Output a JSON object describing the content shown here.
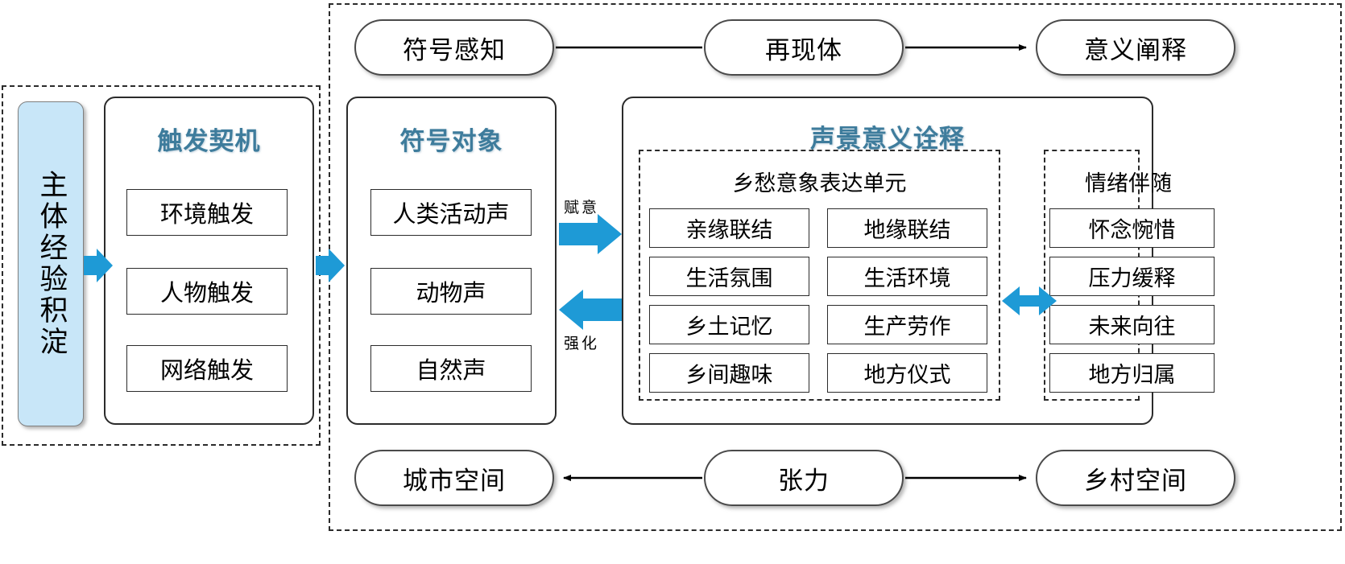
{
  "colors": {
    "accent_blue": "#1E9AD6",
    "title_blue": "#3E7C9C",
    "subject_fill": "#C8E6F8",
    "stroke": "#2b2b2b",
    "background": "#FFFFFF"
  },
  "subject": {
    "label": "主体经验积淀"
  },
  "trigger_panel": {
    "title": "触发契机",
    "items": [
      {
        "label": "环境触发"
      },
      {
        "label": "人物触发"
      },
      {
        "label": "网络触发"
      }
    ]
  },
  "sign_object_panel": {
    "title": "符号对象",
    "items": [
      {
        "label": "人类活动声"
      },
      {
        "label": "动物声"
      },
      {
        "label": "自然声"
      }
    ]
  },
  "interpretation_panel": {
    "title": "声景意义诠释",
    "nostalgia_group": {
      "title": "乡愁意象表达单元",
      "left_column": [
        {
          "label": "亲缘联结"
        },
        {
          "label": "生活氛围"
        },
        {
          "label": "乡土记忆"
        },
        {
          "label": "乡间趣味"
        }
      ],
      "right_column": [
        {
          "label": "地缘联结"
        },
        {
          "label": "生活环境"
        },
        {
          "label": "生产劳作"
        },
        {
          "label": "地方仪式"
        }
      ]
    },
    "emotion_group": {
      "title": "情绪伴随",
      "items": [
        {
          "label": "怀念惋惜"
        },
        {
          "label": "压力缓释"
        },
        {
          "label": "未来向往"
        },
        {
          "label": "地方归属"
        }
      ]
    }
  },
  "top_row": {
    "nodes": [
      {
        "label": "符号感知"
      },
      {
        "label": "再现体"
      },
      {
        "label": "意义阐释"
      }
    ]
  },
  "bottom_row": {
    "nodes": [
      {
        "label": "城市空间"
      },
      {
        "label": "张力"
      },
      {
        "label": "乡村空间"
      }
    ]
  },
  "edge_labels": {
    "forward": "赋意",
    "backward": "强化"
  }
}
